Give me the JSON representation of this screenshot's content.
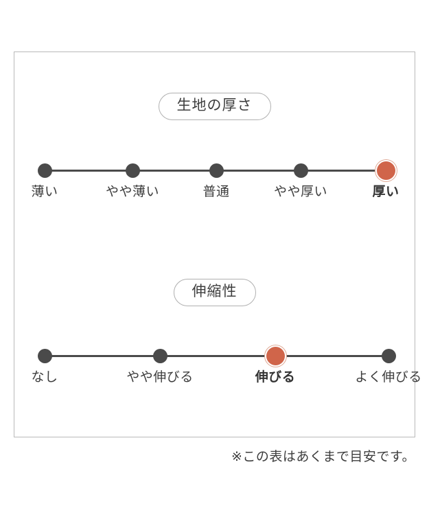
{
  "colors": {
    "frame_border": "#b9b9b9",
    "pill_border": "#b0b0b0",
    "node": "#4a4a4a",
    "node_active": "#d0654a",
    "node_active_ring": "#dfa995",
    "text": "#3d3d3d",
    "background": "#ffffff"
  },
  "sections": [
    {
      "id": "fabric-thickness",
      "title": "生地の厚さ",
      "selected_index": 4,
      "points": [
        {
          "label": "薄い",
          "selected": false
        },
        {
          "label": "やや薄い",
          "selected": false
        },
        {
          "label": "普通",
          "selected": false
        },
        {
          "label": "やや厚い",
          "selected": false
        },
        {
          "label": "厚い",
          "selected": true
        }
      ]
    },
    {
      "id": "stretchiness",
      "title": "伸縮性",
      "selected_index": 2,
      "points": [
        {
          "label": "なし",
          "selected": false
        },
        {
          "label": "やや伸びる",
          "selected": false
        },
        {
          "label": "伸びる",
          "selected": true
        },
        {
          "label": "よく伸びる",
          "selected": false
        }
      ]
    }
  ],
  "footnote": "※この表はあくまで目安です。"
}
